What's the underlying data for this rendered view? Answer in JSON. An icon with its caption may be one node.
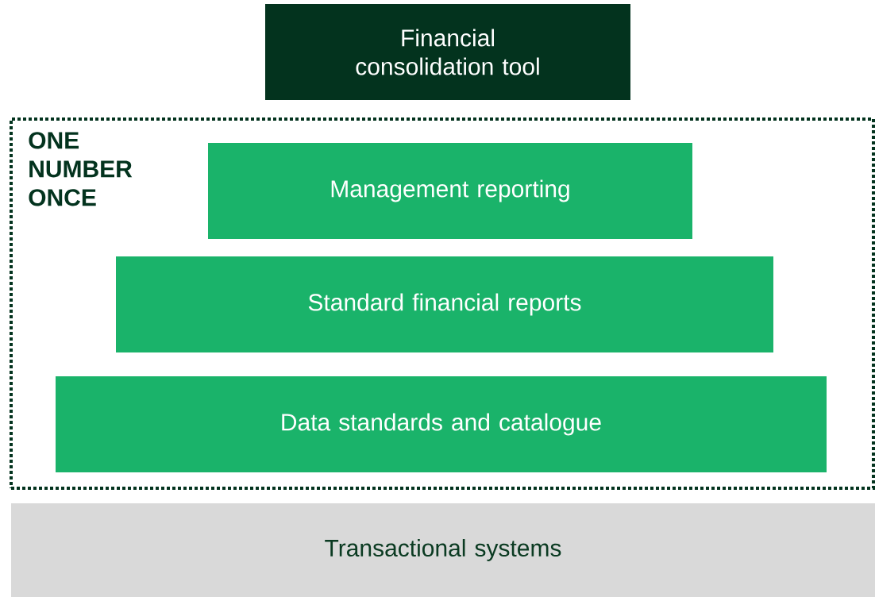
{
  "diagram": {
    "nodes": [
      {
        "text": [
          "Financial consolidation tool"
        ]
      },
      {
        "text": [
          "ONE NUMBER ONCE"
        ]
      },
      {
        "text": [
          "Management reporting"
        ],
        "in": 1
      },
      {
        "text": [
          "Standard financial reports"
        ],
        "in": 1
      },
      {
        "text": [
          "Data standards and catalogue"
        ],
        "in": 1
      },
      {
        "text": [
          "Transactional systems"
        ]
      }
    ]
  }
}
